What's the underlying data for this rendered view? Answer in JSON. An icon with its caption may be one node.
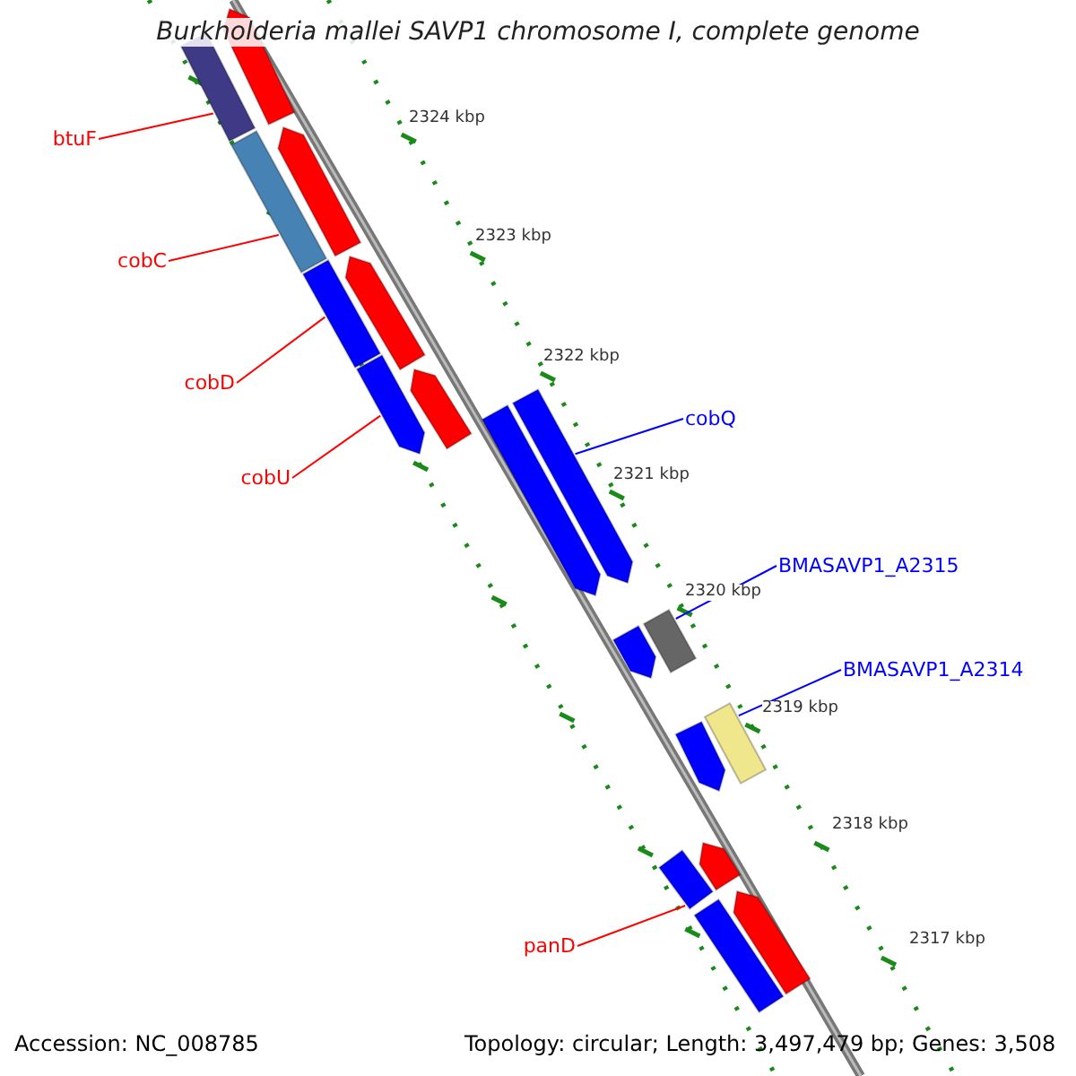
{
  "diagram": {
    "title": "Burkholderia mallei SAVP1 chromosome I, complete genome",
    "nodes": [
      {
        "text": [
          "btuF"
        ]
      },
      {
        "text": [
          "cobC"
        ]
      },
      {
        "text": [
          "cobD"
        ]
      },
      {
        "text": [
          "cobU"
        ]
      },
      {
        "text": [
          "cobQ"
        ]
      },
      {
        "text": [
          "BMASAVP1_A2315"
        ]
      },
      {
        "text": [
          "BMASAVP1_A2314"
        ]
      },
      {
        "text": [
          "panD"
        ]
      },
      {
        "text": [],
        "shape": "bar"
      },
      {
        "text": [],
        "shape": "bar"
      },
      {
        "text": [],
        "shape": "bar"
      },
      {
        "text": [],
        "shape": "bar"
      },
      {
        "text": [],
        "shape": "bar"
      },
      {
        "text": [],
        "shape": "bar"
      },
      {
        "text": [],
        "shape": "bar"
      },
      {
        "text": [],
        "shape": "bar"
      },
      {
        "text": [],
        "shape": "bar"
      },
      {
        "text": [],
        "shape": "bar"
      },
      {
        "text": [],
        "shape": "bar"
      },
      {
        "text": [],
        "shape": "bar"
      },
      {
        "text": [],
        "shape": "bar"
      },
      {
        "text": [],
        "shape": "bar"
      },
      {
        "text": [],
        "shape": "bar"
      },
      {
        "text": [],
        "shape": "bar"
      },
      {
        "text": [],
        "shape": "bar"
      },
      {
        "text": [],
        "shape": "bar"
      }
    ],
    "edges": [
      {
        "from": 0,
        "to": 8,
        "arrow": "none"
      },
      {
        "from": 1,
        "to": 10,
        "arrow": "none"
      },
      {
        "from": 2,
        "to": 12,
        "arrow": "none"
      },
      {
        "from": 3,
        "to": 14,
        "arrow": "none"
      },
      {
        "from": 4,
        "to": 17,
        "arrow": "none",
        "color": "#0000ff"
      },
      {
        "from": 5,
        "to": 19,
        "arrow": "none",
        "color": "#0000ff"
      },
      {
        "from": 6,
        "to": 21,
        "arrow": "none",
        "color": "#0000ff"
      },
      {
        "from": 7,
        "to": 22,
        "arrow": "none"
      }
    ],
    "labels": [
      "2324 kbp",
      "2323 kbp",
      "2322 kbp",
      "2321 kbp",
      "2320 kbp",
      "2319 kbp",
      "2318 kbp",
      "2317 kbp",
      "Accession: NC_008785",
      "Topology: circular; Length: 3,497,479 bp; Genes: 3,508"
    ]
  }
}
